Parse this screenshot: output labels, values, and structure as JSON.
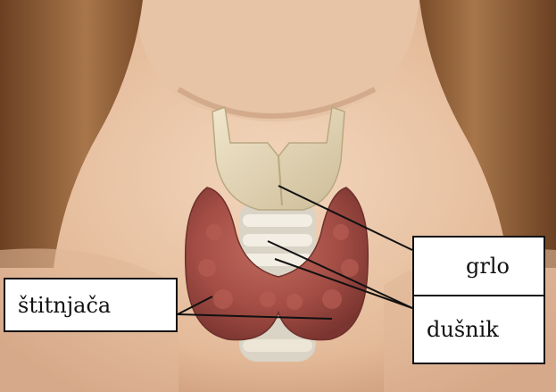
{
  "labels": {
    "thyroid": "štitnjača",
    "larynx": "grlo",
    "trachea": "dušnik"
  },
  "colors": {
    "skin": "#e9c6a8",
    "hair": "#8a5a34",
    "thyroid": "#a8524a",
    "cartilage": "#e8dcc0",
    "leader_line": "#111111"
  }
}
